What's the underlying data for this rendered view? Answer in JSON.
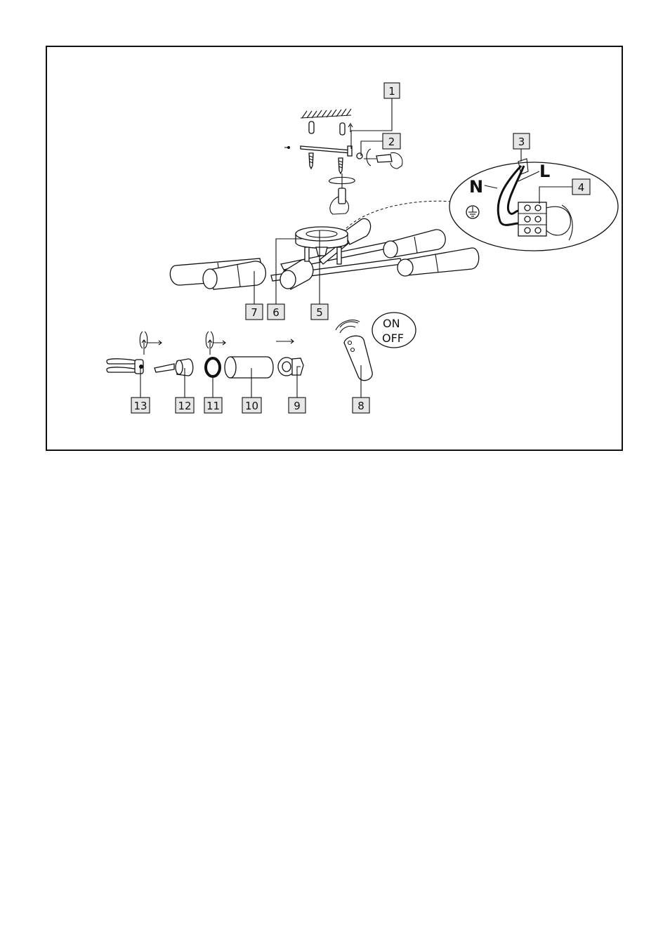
{
  "callouts": [
    "1",
    "2",
    "3",
    "4",
    "5",
    "6",
    "7",
    "8",
    "9",
    "10",
    "11",
    "12",
    "13"
  ],
  "wiring": {
    "neutral": "N",
    "live": "L"
  },
  "remote": {
    "on": "ON",
    "off": "OFF"
  },
  "icons": [
    "earth-symbol-icon",
    "screwdriver-icon",
    "rotation-arrow-icon",
    "hand-icon"
  ]
}
